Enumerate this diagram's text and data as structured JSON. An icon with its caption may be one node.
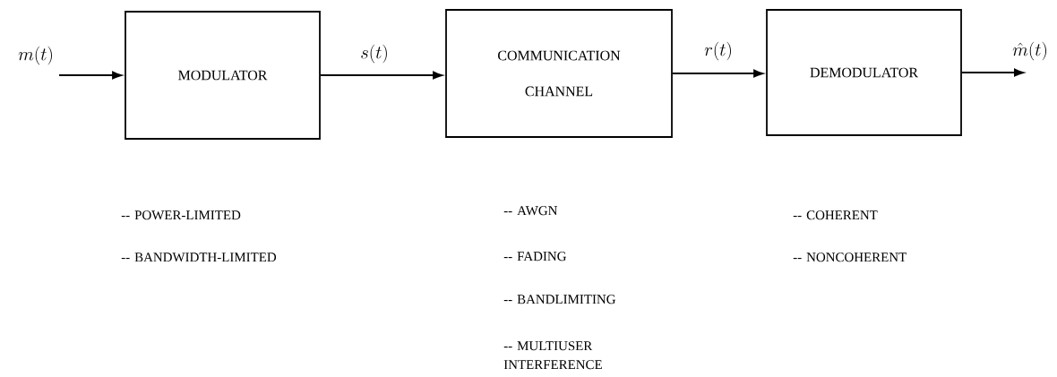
{
  "diagram": {
    "nodes": [
      {
        "text": [
          "MODULATOR"
        ]
      },
      {
        "text": [
          "COMMUNICATION CHANNEL"
        ]
      },
      {
        "text": [
          "DEMODULATOR"
        ]
      }
    ],
    "edges": [
      {
        "from": null,
        "to": 0,
        "arrow": "to",
        "label": "m(t)"
      },
      {
        "from": 0,
        "to": 1,
        "arrow": "to",
        "label": "s(t)"
      },
      {
        "from": 1,
        "to": 2,
        "arrow": "to",
        "label": "r(t)"
      },
      {
        "from": 2,
        "to": null,
        "arrow": "to",
        "label": "\\hat{m}(t)"
      }
    ],
    "labels": [
      "-- POWER-LIMITED",
      "-- BANDWIDTH-LIMITED",
      "-- AWGN",
      "-- FADING",
      "-- BANDLIMITING",
      "-- MULTIUSER INTERFERENCE",
      "-- COHERENT",
      "-- NONCOHERENT"
    ]
  }
}
